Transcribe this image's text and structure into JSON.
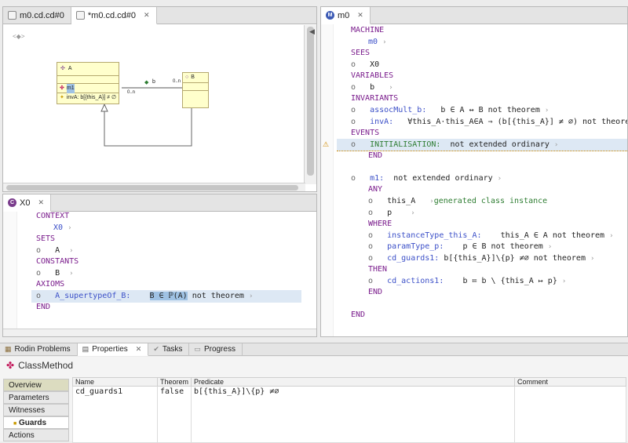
{
  "diagram_tabs": [
    {
      "label": "m0.cd.cd#0"
    },
    {
      "label": "*m0.cd.cd#0"
    }
  ],
  "diagram": {
    "marker": "<◆>",
    "class_a": {
      "name": "A",
      "attr": "m1",
      "invariant": "invA: b[{this_A}] ≠ ∅"
    },
    "class_b": {
      "name": "B"
    },
    "assoc": {
      "name": "b",
      "mult_left": "0..n",
      "mult_right": "0..n"
    }
  },
  "context_tab": {
    "label": "X0"
  },
  "context": {
    "kw_context": "CONTEXT",
    "name": "X0",
    "kw_sets": "SETS",
    "set1": "A",
    "kw_constants": "CONSTANTS",
    "const1": "B",
    "kw_axioms": "AXIOMS",
    "axiom_label": "A_supertypeOf_B:",
    "axiom_pred": "B ∈ ℙ(A)",
    "axiom_tail": "not theorem",
    "kw_end": "END"
  },
  "machine_tab": {
    "label": "m0"
  },
  "machine": {
    "kw_machine": "MACHINE",
    "name": "m0",
    "kw_sees": "SEES",
    "sees": "X0",
    "kw_variables": "VARIABLES",
    "var1": "b",
    "kw_invariants": "INVARIANTS",
    "inv1_label": "assocMult_b:",
    "inv1_pred": "b ∈ A ↔ B not theorem",
    "inv2_label": "invA:",
    "inv2_pred": "∀this_A·this_A∈A ⇒ (b[{this_A}] ≠ ∅) not theorem",
    "kw_events": "EVENTS",
    "init_label": "INITIALISATION:",
    "init_tail": "not extended ordinary",
    "kw_end1": "END",
    "evt_label": "m1:",
    "evt_tail": "not extended ordinary",
    "kw_any": "ANY",
    "param1": "this_A",
    "param1_comment": "generated class instance",
    "param2": "p",
    "kw_where": "WHERE",
    "grd1_label": "instanceType_this_A:",
    "grd1_pred": "this_A ∈ A not theorem",
    "grd2_label": "paramType_p:",
    "grd2_pred": "p ∈ B not theorem",
    "grd3_label": "cd_guards1:",
    "grd3_pred": "b[{this_A}]\\{p} ≠∅ not theorem",
    "kw_then": "THEN",
    "act1_label": "cd_actions1:",
    "act1_pred": "b ≔ b \\ {this_A ↦ p}",
    "kw_end2": "END",
    "kw_end3": "END"
  },
  "bottom_tabs": [
    {
      "label": "Rodin Problems"
    },
    {
      "label": "Properties"
    },
    {
      "label": "Tasks"
    },
    {
      "label": "Progress"
    }
  ],
  "properties": {
    "title": "ClassMethod",
    "side_tabs": [
      "Overview",
      "Parameters",
      "Witnesses",
      "Guards",
      "Actions"
    ],
    "columns": [
      "Name",
      "Theorem",
      "Predicate",
      "Comment"
    ],
    "row": {
      "name": "cd_guards1",
      "theorem": "false",
      "predicate": "b[{this_A}]\\{p} ≠∅",
      "comment": ""
    }
  }
}
